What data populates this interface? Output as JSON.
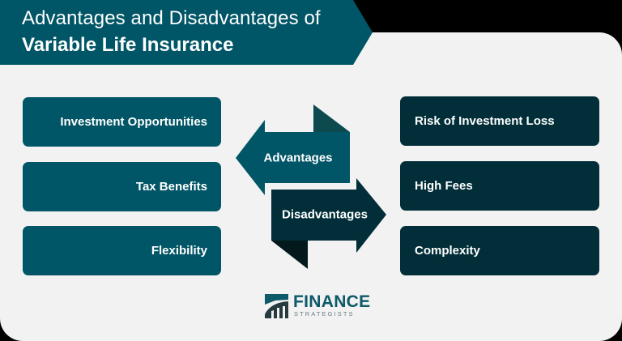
{
  "title": {
    "line1": "Advantages and Disadvantages of",
    "line2": "Variable Life Insurance"
  },
  "advantages": {
    "label": "Advantages",
    "items": [
      {
        "label": "Investment Opportunities"
      },
      {
        "label": "Tax Benefits"
      },
      {
        "label": "Flexibility"
      }
    ]
  },
  "disadvantages": {
    "label": "Disadvantages",
    "items": [
      {
        "label": "Risk of Investment Loss"
      },
      {
        "label": "High Fees"
      },
      {
        "label": "Complexity"
      }
    ]
  },
  "logo": {
    "primary": "FINANCE",
    "secondary": "STRATEGISTS"
  },
  "colors": {
    "teal": "#005566",
    "dark_teal": "#012e38",
    "fold_teal": "#0c4a50",
    "fold_dark": "#04191c",
    "panel_bg": "#f2f2f2"
  }
}
